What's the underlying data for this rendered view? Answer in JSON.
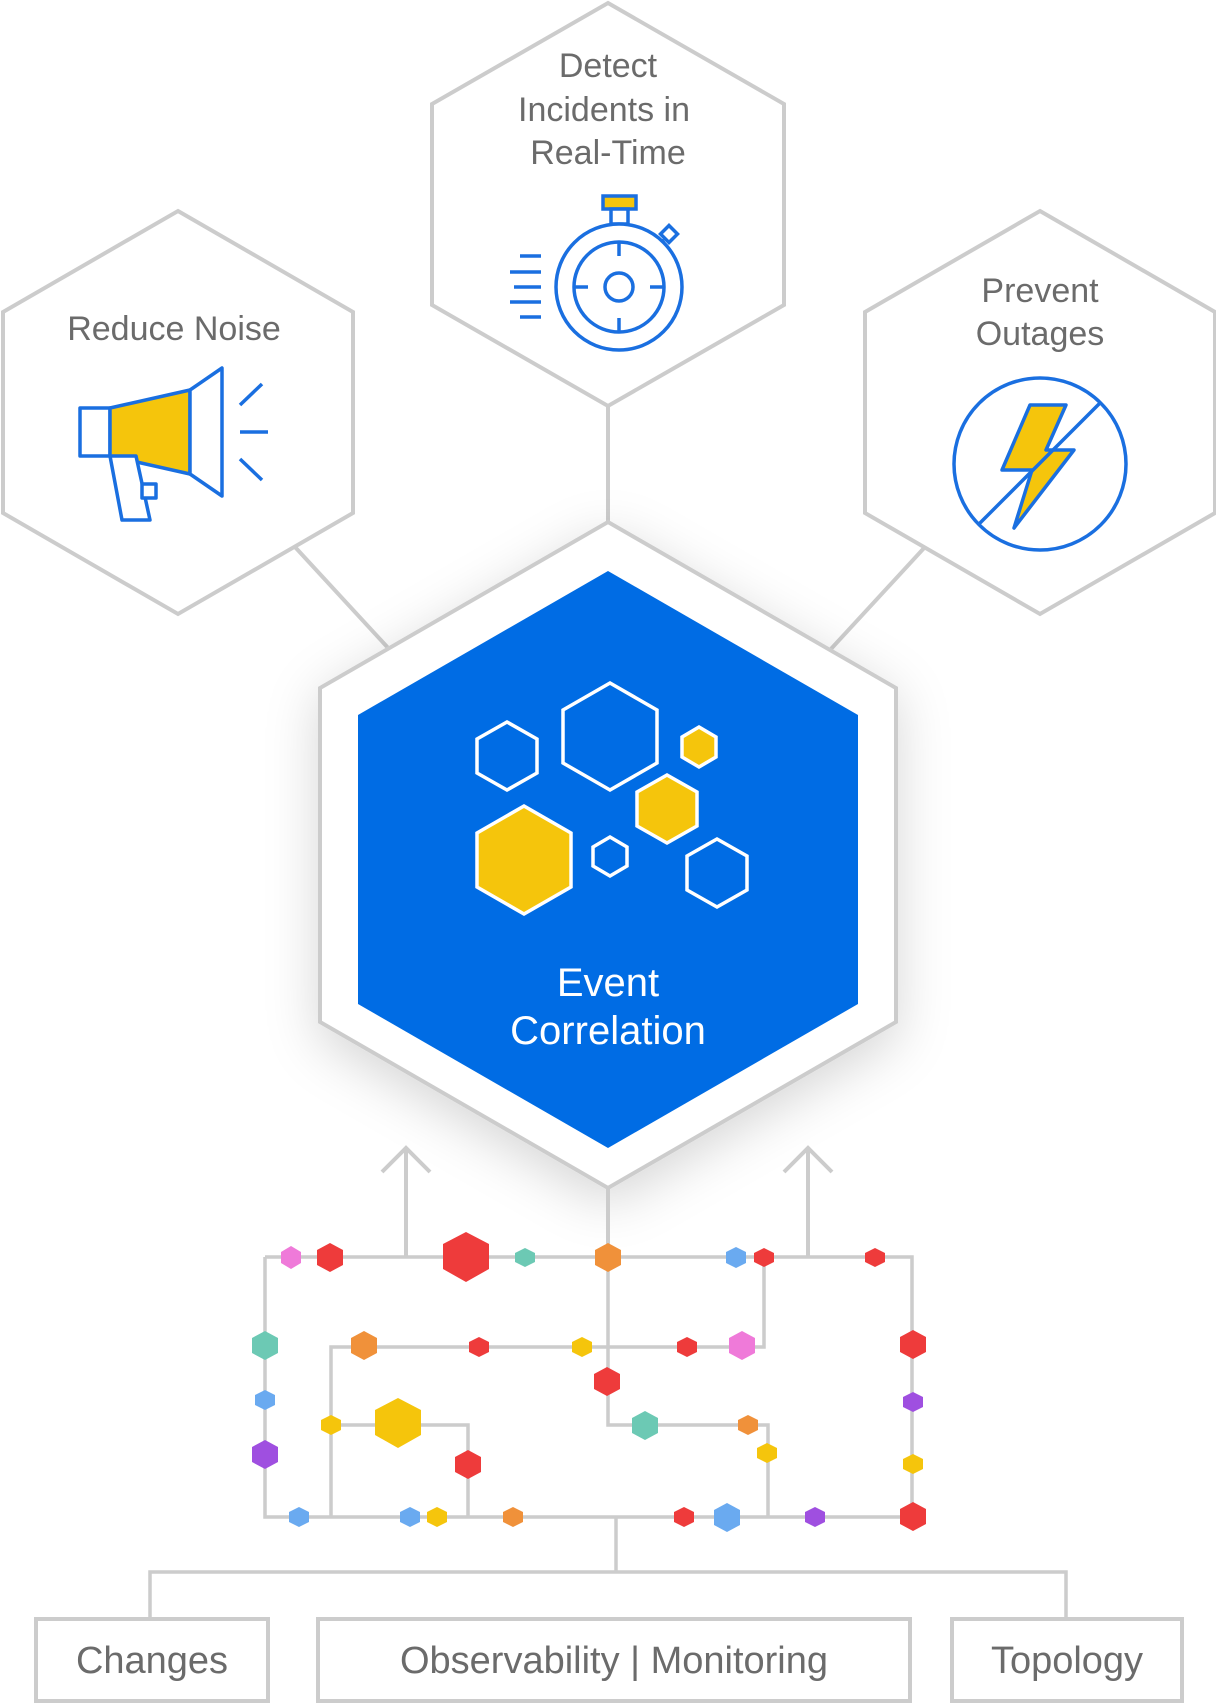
{
  "top_benefits": {
    "reduce_noise": {
      "label": "Reduce Noise",
      "icon": "megaphone-icon"
    },
    "detect_incidents": {
      "lines": [
        "Detect",
        "Incidents in",
        "Real-Time"
      ],
      "icon": "stopwatch-icon"
    },
    "prevent_outages": {
      "lines": [
        "Prevent",
        "Outages"
      ],
      "icon": "no-power-icon"
    }
  },
  "core": {
    "title_lines": [
      "Event",
      "Correlation"
    ],
    "icon": "hexagon-cluster-icon"
  },
  "sources": [
    {
      "label": "Changes"
    },
    {
      "label": "Observability | Monitoring"
    },
    {
      "label": "Topology"
    }
  ],
  "colors": {
    "core_blue": "#006ce4",
    "accent_yellow": "#f5c50c",
    "outline_gray": "#cccccc",
    "text_gray": "#6b6b6b",
    "icon_blue": "#1a6fe0",
    "node_red": "#ee3b3b",
    "node_orange": "#f0913a",
    "node_teal": "#6cc9b4",
    "node_purple": "#9f4fe0",
    "node_pink": "#ef7ad9",
    "node_light_blue": "#6aaaf0"
  }
}
